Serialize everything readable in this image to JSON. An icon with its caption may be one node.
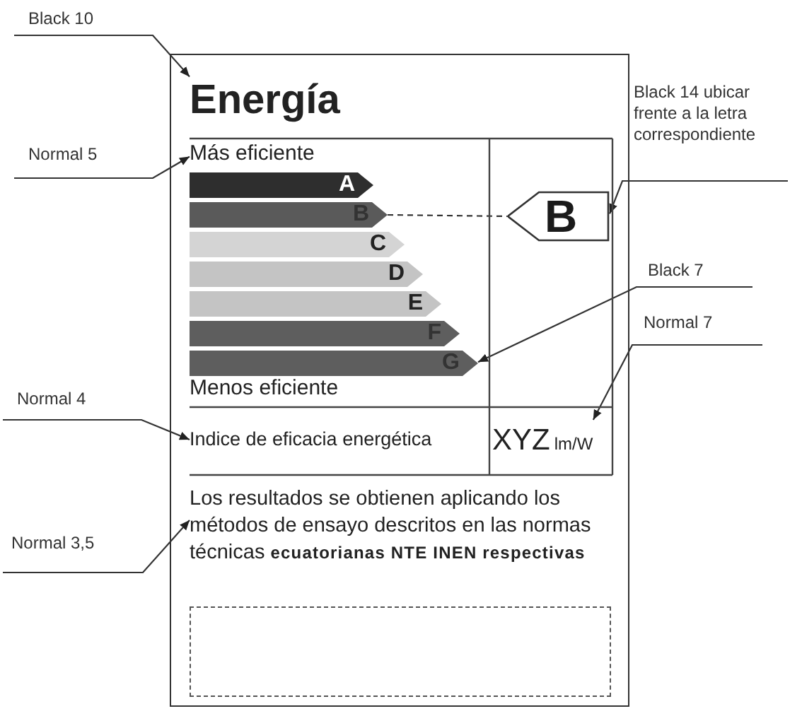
{
  "diagram": {
    "nodes": [
      {
        "text": [],
        "shape": "box"
      },
      {
        "text": [
          "Energía"
        ],
        "in": 0
      },
      {
        "text": [
          "Más eficiente"
        ],
        "in": 0
      },
      {
        "text": [
          "A"
        ],
        "in": 0
      },
      {
        "text": [
          "B"
        ],
        "in": 0
      },
      {
        "text": [
          "C"
        ],
        "in": 0
      },
      {
        "text": [
          "D"
        ],
        "in": 0
      },
      {
        "text": [
          "E"
        ],
        "in": 0
      },
      {
        "text": [
          "F"
        ],
        "in": 0
      },
      {
        "text": [
          "G"
        ],
        "in": 0
      },
      {
        "text": [
          "Menos eficiente"
        ],
        "in": 0
      },
      {
        "text": [
          "B"
        ],
        "in": 0
      },
      {
        "text": [
          "Indice de eficacia energética"
        ],
        "in": 0
      },
      {
        "text": [
          "XYZ",
          "lm/W"
        ],
        "in": 0
      },
      {
        "text": [
          "Los resultados se obtienen aplicando los métodos de ensayo descritos en las normas técnicas **ecuatorianas NTE INEN respectivas**"
        ],
        "in": 0
      },
      {
        "text": [],
        "shape": "box",
        "in": 0
      },
      {
        "text": [
          "Black 10"
        ]
      },
      {
        "text": [
          "Normal 5"
        ]
      },
      {
        "text": [
          "Black 14 ubicar frente a la letra correspondiente"
        ]
      },
      {
        "text": [
          "Black 7"
        ]
      },
      {
        "text": [
          "Normal 7"
        ]
      },
      {
        "text": [
          "Normal 4"
        ]
      },
      {
        "text": [
          "Normal 3,5"
        ]
      }
    ],
    "edges": [
      {
        "from": 4,
        "to": 11,
        "arrow": "none",
        "style": "dashed"
      },
      {
        "from": 16,
        "to": 1,
        "arrow": "to"
      },
      {
        "from": 17,
        "to": 2,
        "arrow": "to"
      },
      {
        "from": 18,
        "to": 11,
        "arrow": "to"
      },
      {
        "from": 19,
        "to": 9,
        "arrow": "to"
      },
      {
        "from": 20,
        "to": 13,
        "arrow": "to"
      },
      {
        "from": 21,
        "to": 12,
        "arrow": "to"
      },
      {
        "from": 22,
        "to": 14,
        "arrow": "to"
      }
    ]
  }
}
